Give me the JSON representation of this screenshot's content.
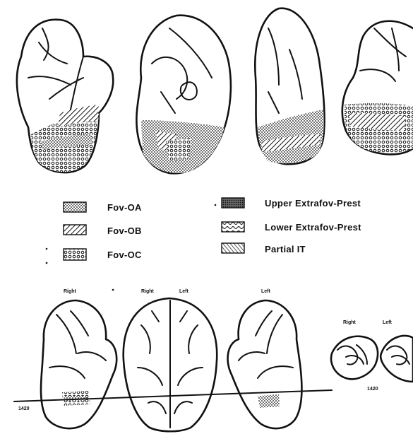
{
  "legend": {
    "items": [
      {
        "label": "Fov-OA",
        "pattern": "dots"
      },
      {
        "label": "Fov-OB",
        "pattern": "diagonal"
      },
      {
        "label": "Fov-OC",
        "pattern": "circles"
      },
      {
        "label": "Upper Extrafov-Prest",
        "pattern": "dense"
      },
      {
        "label": "Lower Extrafov-Prest",
        "pattern": "wave"
      },
      {
        "label": "Partial IT",
        "pattern": "hatch"
      }
    ]
  },
  "bottom_labels": {
    "right_1": "Right",
    "right_2": "Right",
    "left_1": "Left",
    "left_2": "Left",
    "section_right": "Right",
    "section_left": "Left",
    "section_number_1": "1420",
    "section_number_2": "1420"
  },
  "colors": {
    "ink": "#111111",
    "background": "#ffffff"
  }
}
